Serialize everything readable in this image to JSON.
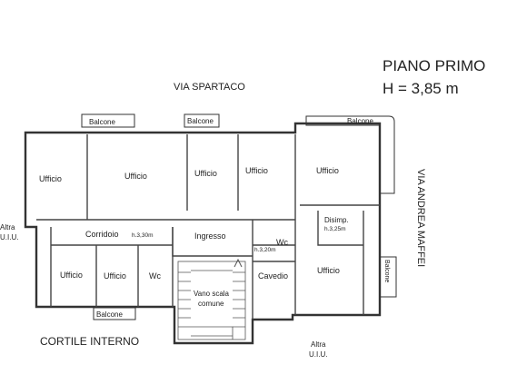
{
  "header": {
    "floor": "PIANO PRIMO",
    "height": "H = 3,85 m"
  },
  "streets": {
    "north": "VIA SPARTACO",
    "east": "VIA ANDREA MAFFEI",
    "courtyard": "CORTILE INTERNO"
  },
  "neighbors": {
    "west_line1": "Altra",
    "west_line2": "U.I.U.",
    "south_line1": "Altra",
    "south_line2": "U.I.U."
  },
  "rooms": {
    "ufficio_1": "Ufficio",
    "ufficio_2": "Ufficio",
    "ufficio_3": "Ufficio",
    "ufficio_4": "Ufficio",
    "ufficio_5": "Ufficio",
    "ufficio_6": "Ufficio",
    "ufficio_7": "Ufficio",
    "ufficio_8": "Ufficio",
    "corridoio": "Corridoio",
    "corridoio_h": "h.3,30m",
    "ingresso": "Ingresso",
    "wc_1": "Wc",
    "wc_2": "Wc",
    "wc_2_h": "h.3,20m",
    "disimp": "Disimp.",
    "disimp_h": "h.3,25m",
    "cavedio": "Cavedio",
    "vano_scala_1": "Vano scala",
    "vano_scala_2": "comune"
  },
  "balconies": {
    "b1": "Balcone",
    "b2": "Balcone",
    "b3": "Balcone",
    "b4": "Balcone",
    "b5": "Balcone"
  }
}
